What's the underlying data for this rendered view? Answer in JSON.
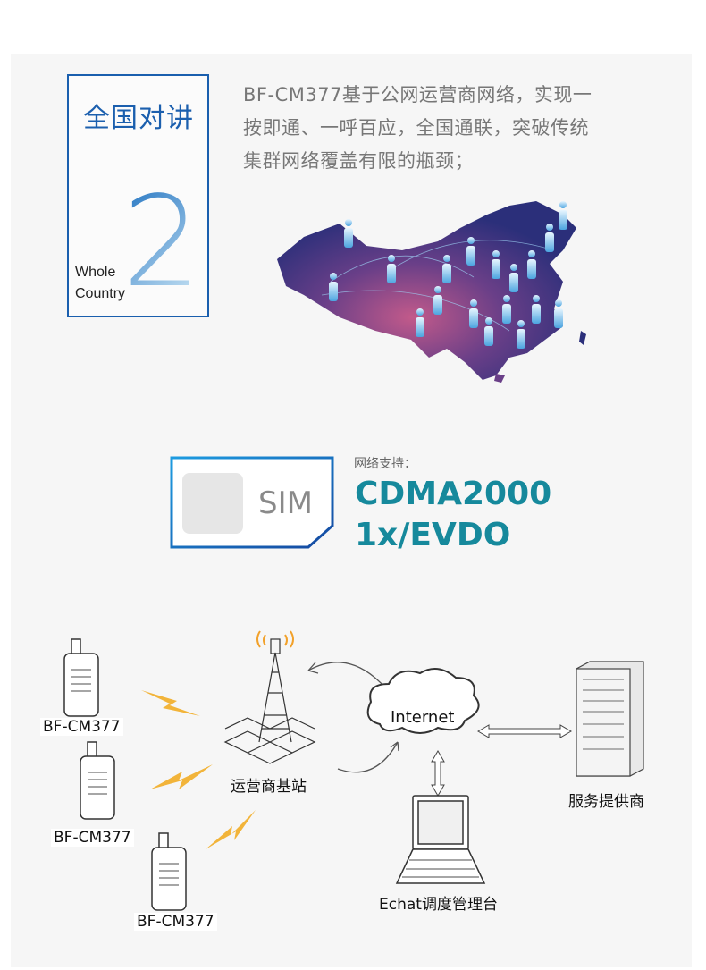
{
  "badge": {
    "title": "全国对讲",
    "number": "2",
    "english_line1": "Whole",
    "english_line2": "Country"
  },
  "intro": {
    "line1": "BF-CM377基于公网运营商网络，实现一",
    "line2": "按即通、一呼百应，全国通联，突破传统",
    "line3": "集群网络覆盖有限的瓶颈；"
  },
  "sim": {
    "card_text": "SIM",
    "label": "网络支持：",
    "network_line1": "CDMA2000",
    "network_line2": "1x/EVDO"
  },
  "diagram": {
    "radios": [
      "BF-CM377",
      "BF-CM377",
      "BF-CM377"
    ],
    "base_station": "运营商基站",
    "internet": "Internet",
    "server": "服务提供商",
    "console": "Echat调度管理台"
  },
  "colors": {
    "accent_blue": "#1a5fae",
    "network_teal": "#16899c"
  }
}
